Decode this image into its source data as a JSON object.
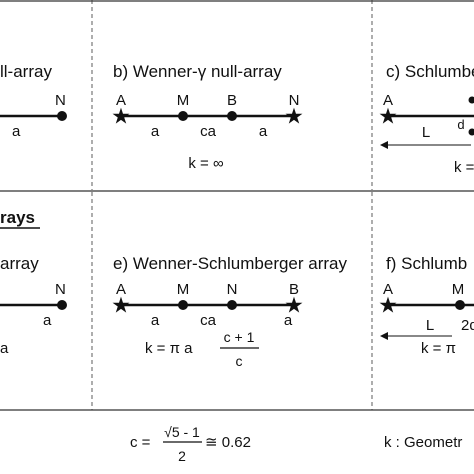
{
  "panels": {
    "a": {
      "title": "ll-array",
      "labels": {
        "N": "N",
        "a": "a"
      }
    },
    "b": {
      "title": "b) Wenner-γ null-array",
      "labels": {
        "A": "A",
        "M": "M",
        "B": "B",
        "N": "N",
        "a1": "a",
        "ca": "ca",
        "a2": "a"
      },
      "k": "k = ∞"
    },
    "c": {
      "title": "c) Schlumber",
      "labels": {
        "A": "A",
        "L": "L",
        "d": "d"
      },
      "k": "k ="
    },
    "d": {
      "title": "rays",
      "subtitle": "array",
      "labels": {
        "N": "N",
        "a": "a"
      },
      "k": "a"
    },
    "e": {
      "title": "e) Wenner-Schlumberger array",
      "labels": {
        "A": "A",
        "M": "M",
        "N": "N",
        "B": "B",
        "a1": "a",
        "ca": "ca",
        "a2": "a"
      },
      "k_prefix": "k = π a",
      "k_num": "c + 1",
      "k_den": "c"
    },
    "f": {
      "title": "f) Schlumb",
      "labels": {
        "A": "A",
        "M": "M",
        "L": "L",
        "twod": "2d"
      },
      "k": "k = π"
    }
  },
  "footer": {
    "c_prefix": "c =",
    "c_num": "√5  - 1",
    "c_den": "2",
    "c_approx": "≅ 0.62",
    "k_def": "k : Geometr"
  }
}
